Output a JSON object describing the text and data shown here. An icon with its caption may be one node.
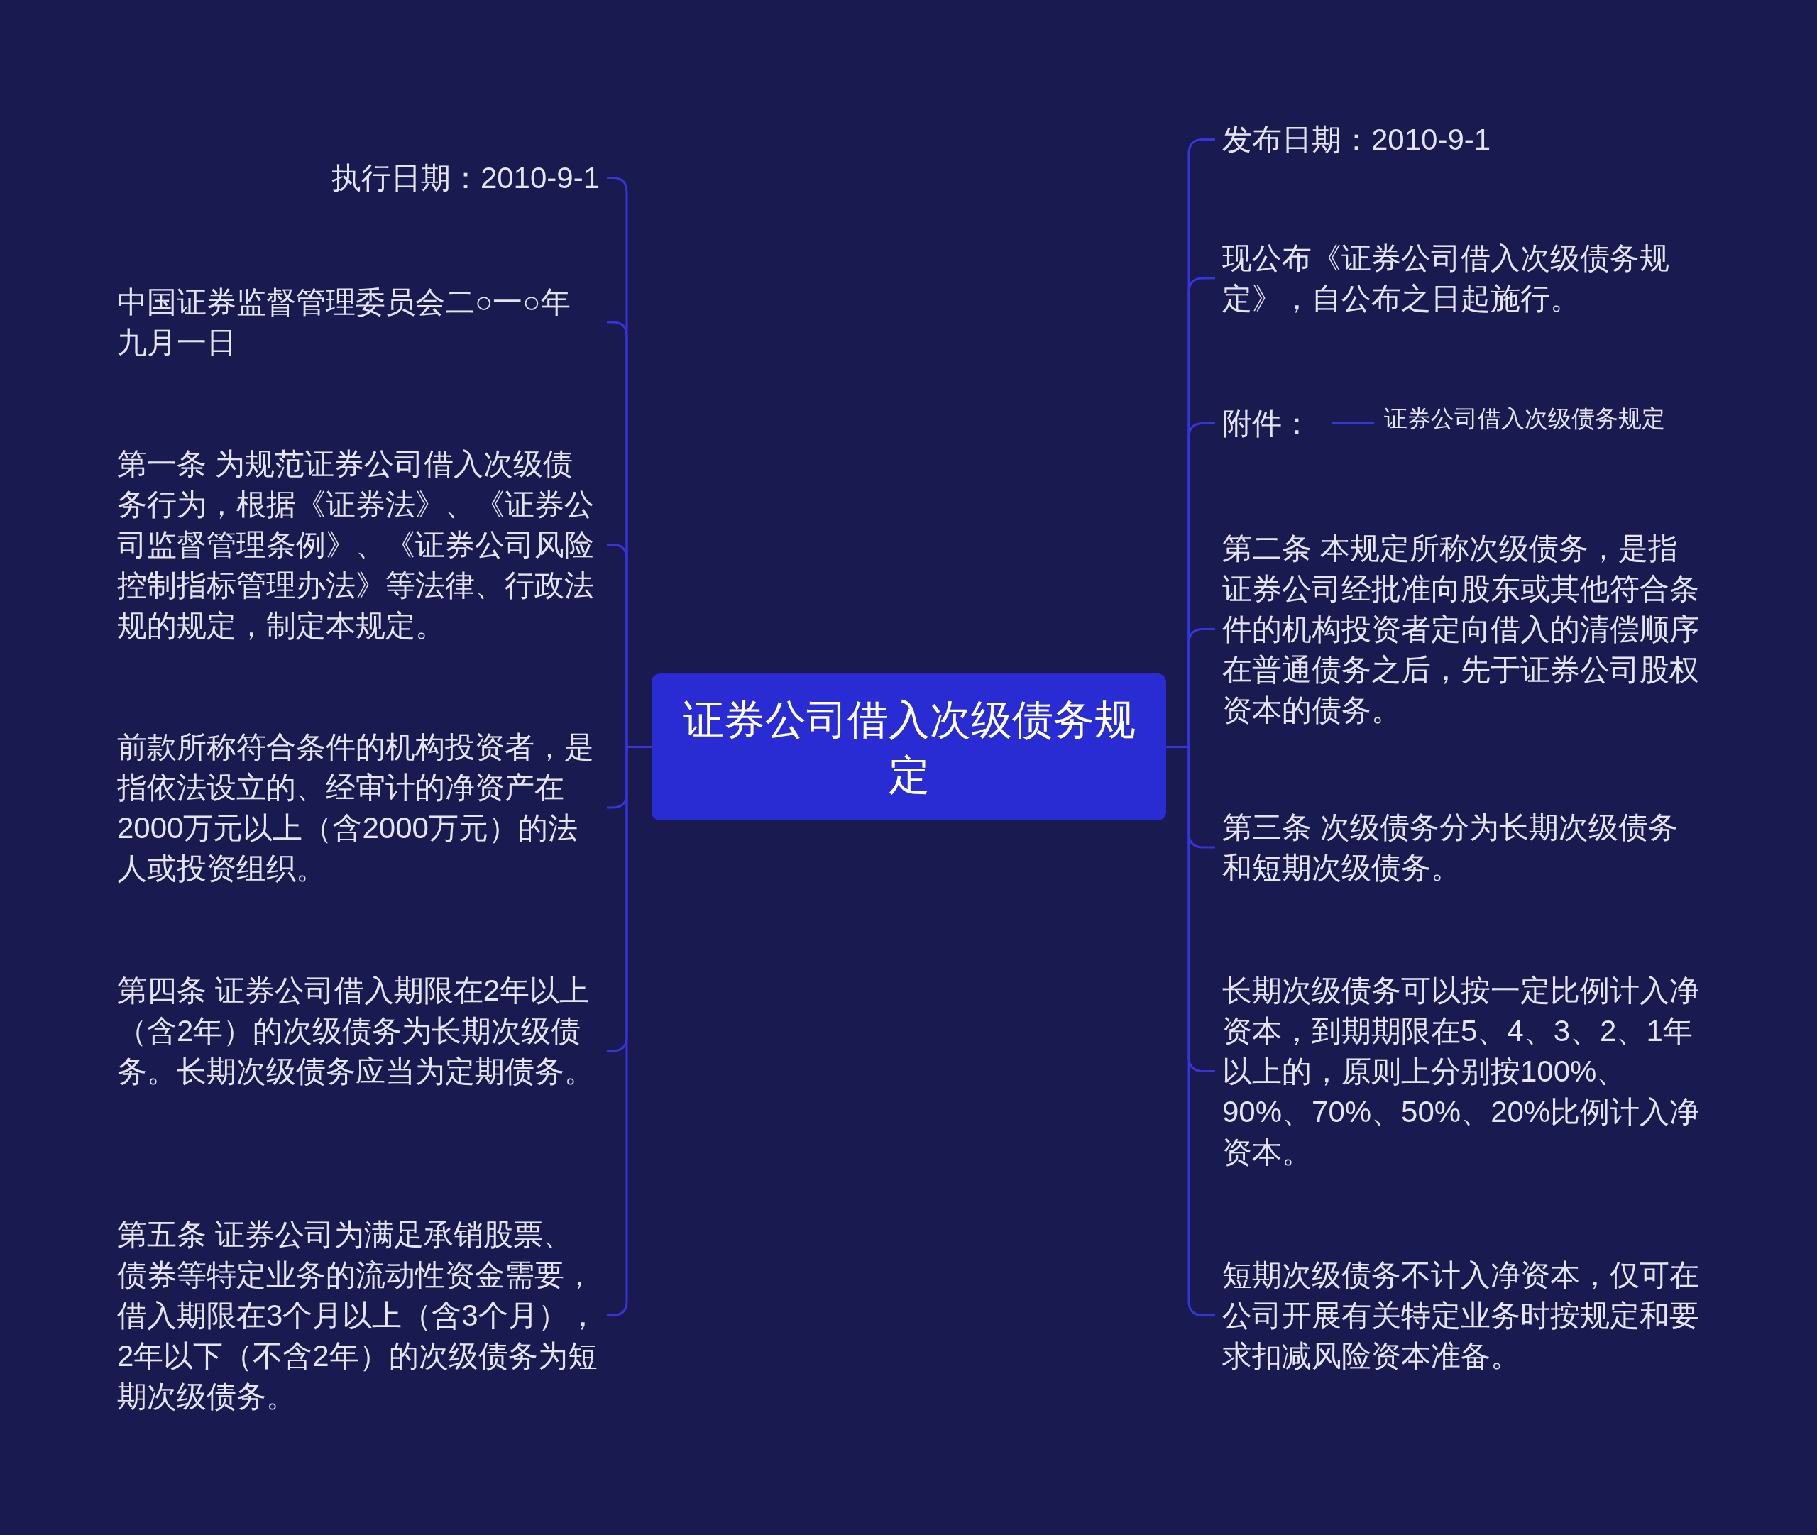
{
  "diagram": {
    "nodes": [
      {
        "text": [
          "证券公司借入次级债务规定"
        ]
      },
      {
        "text": [
          "执行日期：2010-9-1"
        ]
      },
      {
        "text": [
          "中国证券监督管理委员会二○一○年九月一日"
        ]
      },
      {
        "text": [
          "第一条 为规范证券公司借入次级债务行为，根据《证券法》、《证券公司监督管理条例》、《证券公司风险控制指标管理办法》等法律、行政法规的规定，制定本规定。"
        ]
      },
      {
        "text": [
          "前款所称符合条件的机构投资者，是指依法设立的、经审计的净资产在2000万元以上（含2000万元）的法人或投资组织。"
        ]
      },
      {
        "text": [
          "第四条 证券公司借入期限在2年以上（含2年）的次级债务为长期次级债务。长期次级债务应当为定期债务。"
        ]
      },
      {
        "text": [
          "第五条 证券公司为满足承销股票、债券等特定业务的流动性资金需要，借入期限在3个月以上（含3个月），2年以下（不含2年）的次级债务为短期次级债务。"
        ]
      },
      {
        "text": [
          "发布日期：2010-9-1"
        ]
      },
      {
        "text": [
          "现公布《证券公司借入次级债务规定》，自公布之日起施行。"
        ]
      },
      {
        "text": [
          "附件："
        ]
      },
      {
        "text": [
          "证券公司借入次级债务规定"
        ]
      },
      {
        "text": [
          "第二条 本规定所称次级债务，是指证券公司经批准向股东或其他符合条件的机构投资者定向借入的清偿顺序在普通债务之后，先于证券公司股权资本的债务。"
        ]
      },
      {
        "text": [
          "第三条 次级债务分为长期次级债务和短期次级债务。"
        ]
      },
      {
        "text": [
          "长期次级债务可以按一定比例计入净资本，到期期限在5、4、3、2、1年以上的，原则上分别按100%、90%、70%、50%、20%比例计入净资本。"
        ]
      },
      {
        "text": [
          "短期次级债务不计入净资本，仅可在公司开展有关特定业务时按规定和要求扣减风险资本准备。"
        ]
      }
    ],
    "edges": [
      {
        "from": 0,
        "to": 1,
        "arrow": "none"
      },
      {
        "from": 0,
        "to": 2,
        "arrow": "none"
      },
      {
        "from": 0,
        "to": 3,
        "arrow": "none"
      },
      {
        "from": 0,
        "to": 4,
        "arrow": "none"
      },
      {
        "from": 0,
        "to": 5,
        "arrow": "none"
      },
      {
        "from": 0,
        "to": 6,
        "arrow": "none"
      },
      {
        "from": 0,
        "to": 7,
        "arrow": "none"
      },
      {
        "from": 0,
        "to": 8,
        "arrow": "none"
      },
      {
        "from": 0,
        "to": 9,
        "arrow": "none"
      },
      {
        "from": 9,
        "to": 10,
        "arrow": "none"
      },
      {
        "from": 0,
        "to": 11,
        "arrow": "none"
      },
      {
        "from": 0,
        "to": 12,
        "arrow": "none"
      },
      {
        "from": 0,
        "to": 13,
        "arrow": "none"
      },
      {
        "from": 0,
        "to": 14,
        "arrow": "none"
      }
    ]
  }
}
